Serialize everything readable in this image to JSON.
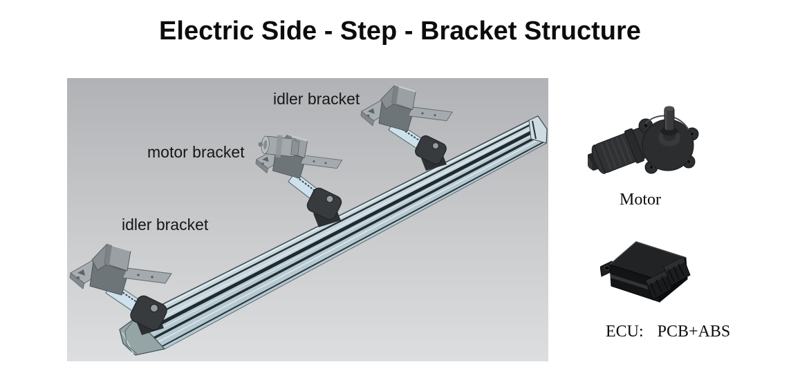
{
  "title": "Electric Side - Step - Bracket Structure",
  "figure": {
    "name": "electric side step bracket structure diagram",
    "labels": {
      "idler_top": "idler bracket",
      "motor": "motor bracket",
      "idler_bottom": "idler bracket"
    }
  },
  "side_panel": {
    "motor_caption": "Motor",
    "ecu_caption_prefix": "ECU:",
    "ecu_caption_value": "PCB+ABS"
  },
  "colors": {
    "panel_top": "#b0b2b5",
    "panel_bottom": "#dcdee0",
    "rail_top_face": "#c6d6dc",
    "rail_front_face": "#b6c8d0",
    "rail_groove": "#1f2a30",
    "rail_end_cap": "#95a5a5",
    "link_arm": "#cde2ec",
    "pivot_block": "#373b3e",
    "bracket_plate": "#a8aeb1",
    "bracket_dark": "#6e7579",
    "part_dark": "#2b2d2f",
    "ecu_black": "#131415",
    "text": "#0c0c0c"
  }
}
